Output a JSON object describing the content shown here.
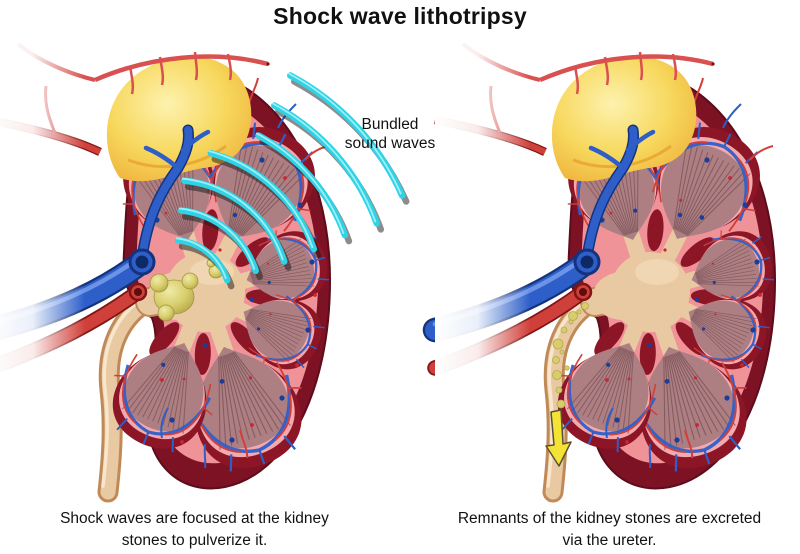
{
  "header": {
    "title": "Shock wave lithotripsy"
  },
  "annotations": {
    "wave_label": "Bundled\nsound waves",
    "left_caption": "Shock waves are focused at the kidney\nstones to pulverize it.",
    "right_caption": "Remnants of the kidney stones are excreted\nvia the ureter."
  },
  "panels": [
    {
      "id": "left",
      "shows": "kidney with stone targeted by bundled sound waves"
    },
    {
      "id": "right",
      "shows": "stone fragments excreted down the ureter"
    }
  ],
  "icons": {
    "shock_waves": "cyan concentric arcs converging on kidney stone",
    "excretion_arrow": "yellow downward arrow inside ureter"
  },
  "colors": {
    "background": "#ffffff",
    "text": "#111111",
    "cortex_outer": "#7d1225",
    "cortex_inner": "#ef9399",
    "pyramid": "#ad7f83",
    "calyx": "#8c1626",
    "renal_pelvis": "#e9c9a2",
    "ureter_edge": "#c08a58",
    "adrenal": "#f7d75c",
    "vein": "#2e5fc9",
    "vein_dark": "#14337c",
    "artery": "#d0403a",
    "artery_dark": "#811414",
    "stone": "#d8cd6b",
    "wave": "#2fd3e6",
    "arrow": "#f4e235"
  }
}
